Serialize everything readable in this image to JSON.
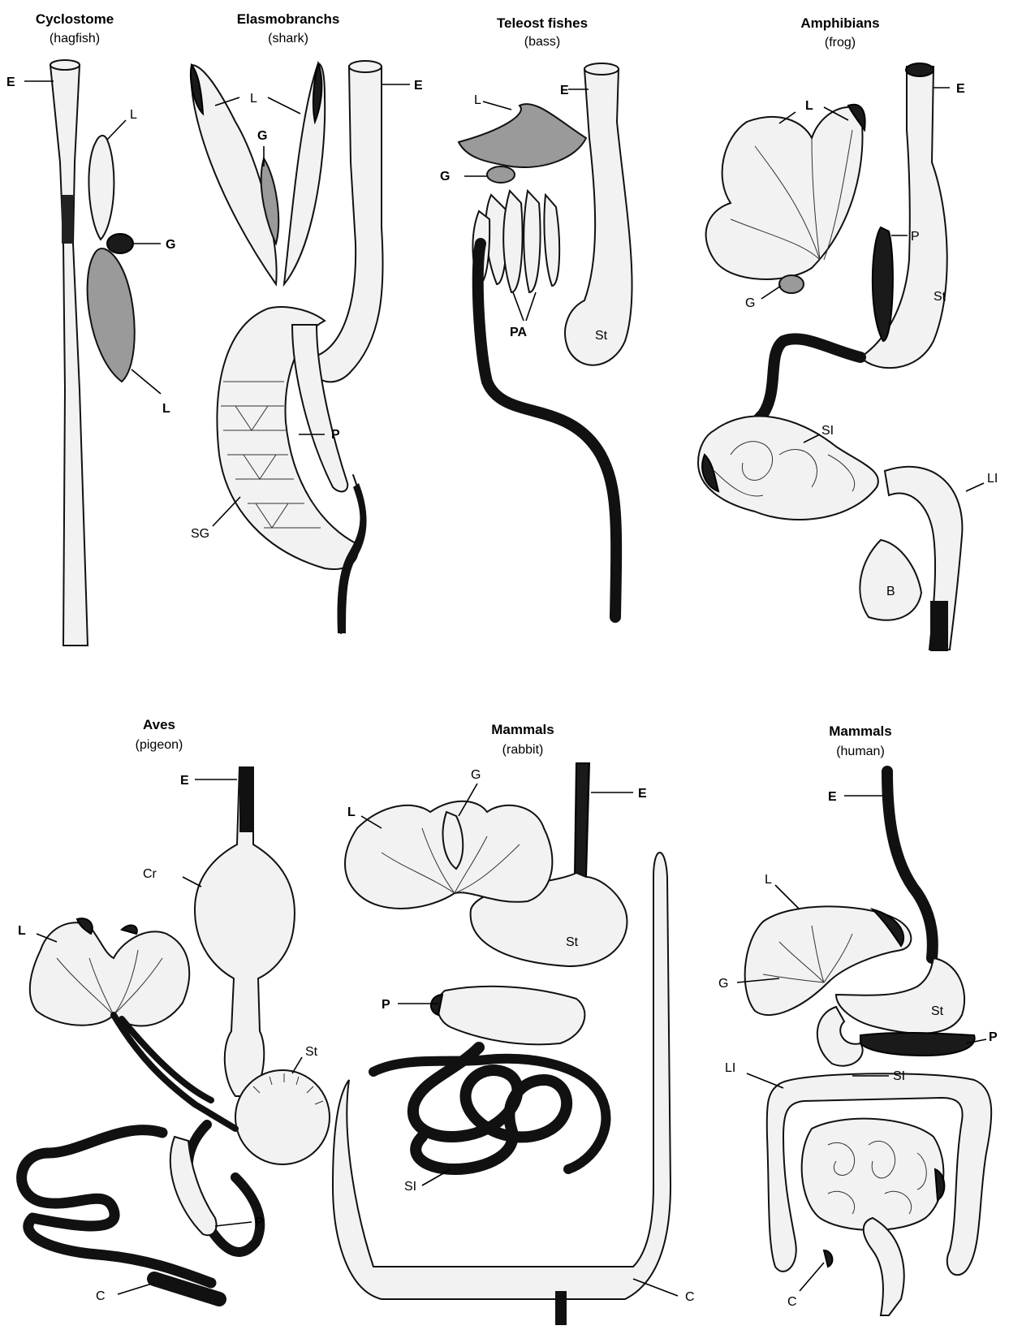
{
  "panels": [
    {
      "key": "hagfish",
      "group": "Cyclostome",
      "species": "(hagfish)"
    },
    {
      "key": "shark",
      "group": "Elasmobranchs",
      "species": "(shark)"
    },
    {
      "key": "bass",
      "group": "Teleost fishes",
      "species": "(bass)"
    },
    {
      "key": "frog",
      "group": "Amphibians",
      "species": "(frog)"
    },
    {
      "key": "pigeon",
      "group": "Aves",
      "species": "(pigeon)"
    },
    {
      "key": "rabbit",
      "group": "Mammals",
      "species": "(rabbit)"
    },
    {
      "key": "human",
      "group": "Mammals",
      "species": "(human)"
    }
  ],
  "labels": {
    "E": "E",
    "L": "L",
    "G": "G",
    "P": "P",
    "St": "St",
    "SG": "SG",
    "PA": "PA",
    "SI": "SI",
    "LI": "LI",
    "B": "B",
    "Cr": "Cr",
    "C": "C"
  }
}
